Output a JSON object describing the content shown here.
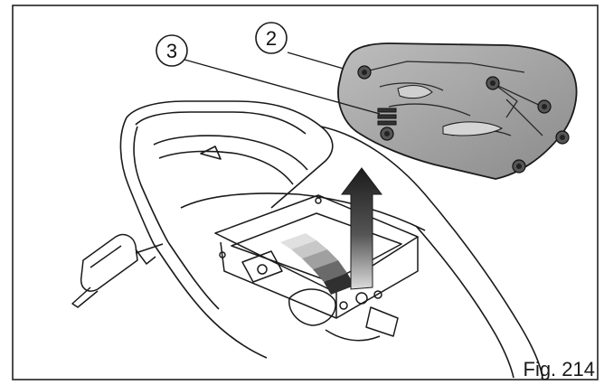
{
  "figure": {
    "caption": "Fig. 214",
    "callouts": [
      {
        "number": "2"
      },
      {
        "number": "3"
      }
    ],
    "colors": {
      "line": "#1a1a1a",
      "seat_fill": "#9a9a9a",
      "seat_dark": "#6e6e6e",
      "arrow_top": "#1c1c1c",
      "arrow_bottom": "#d8d8d8"
    },
    "icons": [
      "up-arrow-icon"
    ]
  }
}
